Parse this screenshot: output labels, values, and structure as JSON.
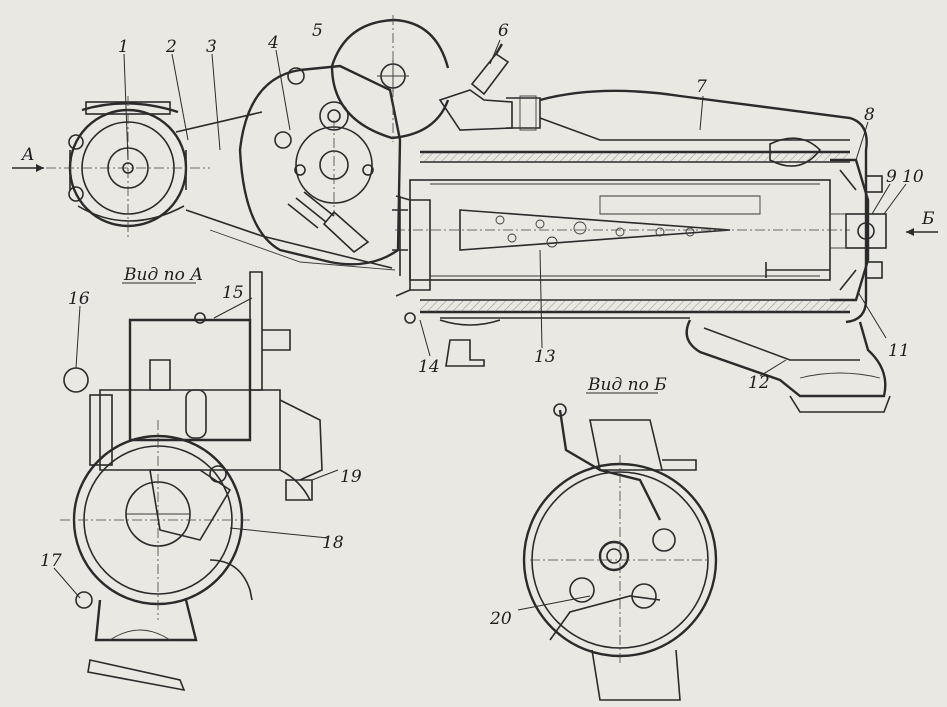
{
  "diagram": {
    "part_numbers": [
      "1",
      "2",
      "3",
      "4",
      "5",
      "6",
      "7",
      "8",
      "9",
      "10",
      "11",
      "12",
      "13",
      "14",
      "15",
      "16",
      "17",
      "18",
      "19",
      "20"
    ],
    "arrow_a_label": "A",
    "arrow_b_label": "Б",
    "view_a_title": "Вид по А",
    "view_b_title": "Вид по Б"
  }
}
